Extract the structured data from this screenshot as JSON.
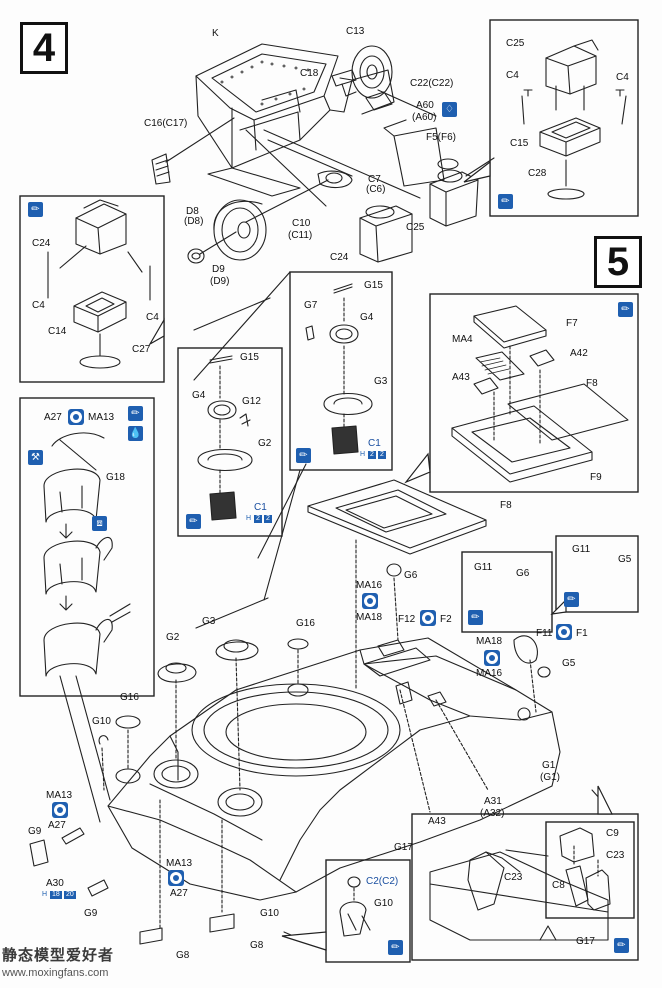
{
  "steps": {
    "four": "4",
    "five": "5"
  },
  "parts": {
    "k": "K",
    "c13": "C13",
    "c18": "C18",
    "c22": "C22(C22)",
    "a60": "A60",
    "a60b": "(A60)",
    "f5": "F5(F6)",
    "c16": "C16(C17)",
    "c7": "C7",
    "c6": "(C6)",
    "d8": "D8",
    "d8b": "(D8)",
    "c10": "C10",
    "c11": "(C11)",
    "d9": "D9",
    "d9b": "(D9)",
    "c24_main": "C24",
    "c25_main": "C25",
    "ins1_c25": "C25",
    "ins1_c4a": "C4",
    "ins1_c4b": "C4",
    "ins1_c15": "C15",
    "ins1_c28": "C28",
    "ins2_c24": "C24",
    "ins2_c4a": "C4",
    "ins2_c4b": "C4",
    "ins2_c14": "C14",
    "ins2_c27": "C27",
    "ins3_g15": "G15",
    "ins3_g7": "G7",
    "ins3_g4": "G4",
    "ins3_g3": "G3",
    "ins3_c1": "C1",
    "ins4_g15": "G15",
    "ins4_g4": "G4",
    "ins4_g12": "G12",
    "ins4_g2": "G2",
    "ins4_c1": "C1",
    "ins5_f7": "F7",
    "ins5_ma4": "MA4",
    "ins5_a42": "A42",
    "ins5_a43": "A43",
    "ins5_f8": "F8",
    "ins5_f9": "F9",
    "ins6_a27": "A27",
    "ins6_ma13": "MA13",
    "ins6_g18": "G18",
    "f8": "F8",
    "g6": "G6",
    "ma16a": "MA16",
    "ma18a": "MA18",
    "f12": "F12",
    "f2": "F2",
    "ins7_g11": "G11",
    "ins7_g6": "G6",
    "ins8_g11": "G11",
    "ins8_g5": "G5",
    "ma18b": "MA18",
    "ma16b": "MA16",
    "f11": "F11",
    "f1": "F1",
    "g5": "G5",
    "g1": "G1",
    "g1b": "(G1)",
    "g2": "G2",
    "g3": "G3",
    "g16a": "G16",
    "g16b": "G16",
    "g10a": "G10",
    "ma13a": "MA13",
    "a27a": "A27",
    "g9a": "G9",
    "a30": "A30",
    "g9b": "G9",
    "ma13b": "MA13",
    "a27b": "A27",
    "g10b": "G10",
    "g8a": "G8",
    "g8b": "G8",
    "a31": "A31",
    "a32": "(A32)",
    "a43": "A43",
    "g17": "G17",
    "ins9_c2": "C2(C2)",
    "ins9_g10": "G10",
    "ins10_c23": "C23",
    "ins10_g17": "G17",
    "ins11_c9": "C9",
    "ins11_c23": "C23",
    "ins11_c8": "C8"
  },
  "part_numbers": {
    "ins3_h": "H",
    "ins3_a": "2",
    "ins3_b": "2",
    "ins4_h": "H",
    "ins4_a": "2",
    "ins4_b": "2",
    "a30_h": "H",
    "a30_a": "18",
    "a30_b": "20"
  },
  "icons": {
    "paint": "paint-brush-icon",
    "glue": "glue-drop-icon",
    "drill": "drill-hole-icon",
    "option": "optional-part-icon",
    "cement": "cement-icon",
    "photo_etch": "photo-etch-icon"
  },
  "colors": {
    "accent": "#1f5fb0",
    "line": "#222222"
  },
  "watermark": {
    "title": "静态模型爱好者",
    "url": "www.moxingfans.com"
  }
}
